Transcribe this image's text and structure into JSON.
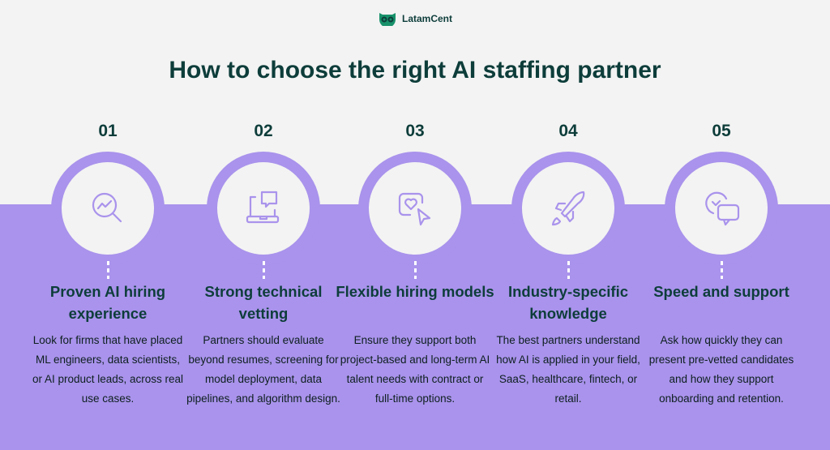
{
  "brand": {
    "name": "LatamCent",
    "logo_icon": "owl-icon"
  },
  "title": "How to choose the right AI staffing partner",
  "colors": {
    "purple": "#a993ec",
    "dark": "#0d3d3a",
    "bg": "#f3f3f3",
    "brand_green": "#17916a"
  },
  "steps": [
    {
      "number": "01",
      "icon": "chart-search-icon",
      "title": "Proven AI hiring experience",
      "body": "Look for firms that have placed ML engineers, data scientists, or AI product leads, across real use cases."
    },
    {
      "number": "02",
      "icon": "laptop-chat-icon",
      "title": "Strong technical vetting",
      "body": "Partners should evaluate beyond resumes, screening for model deployment, data pipelines, and algorithm design."
    },
    {
      "number": "03",
      "icon": "heart-cursor-icon",
      "title": "Flexible hiring models",
      "body": "Ensure they support both project-based and long-term AI talent needs with contract or full-time options."
    },
    {
      "number": "04",
      "icon": "rocket-icon",
      "title": "Industry-specific knowledge",
      "body": "The best partners understand how AI is applied in your field, SaaS, healthcare, fintech, or retail."
    },
    {
      "number": "05",
      "icon": "check-chat-icon",
      "title": "Speed and support",
      "body": "Ask how quickly they can present pre-vetted candidates and how they support onboarding and retention."
    }
  ]
}
